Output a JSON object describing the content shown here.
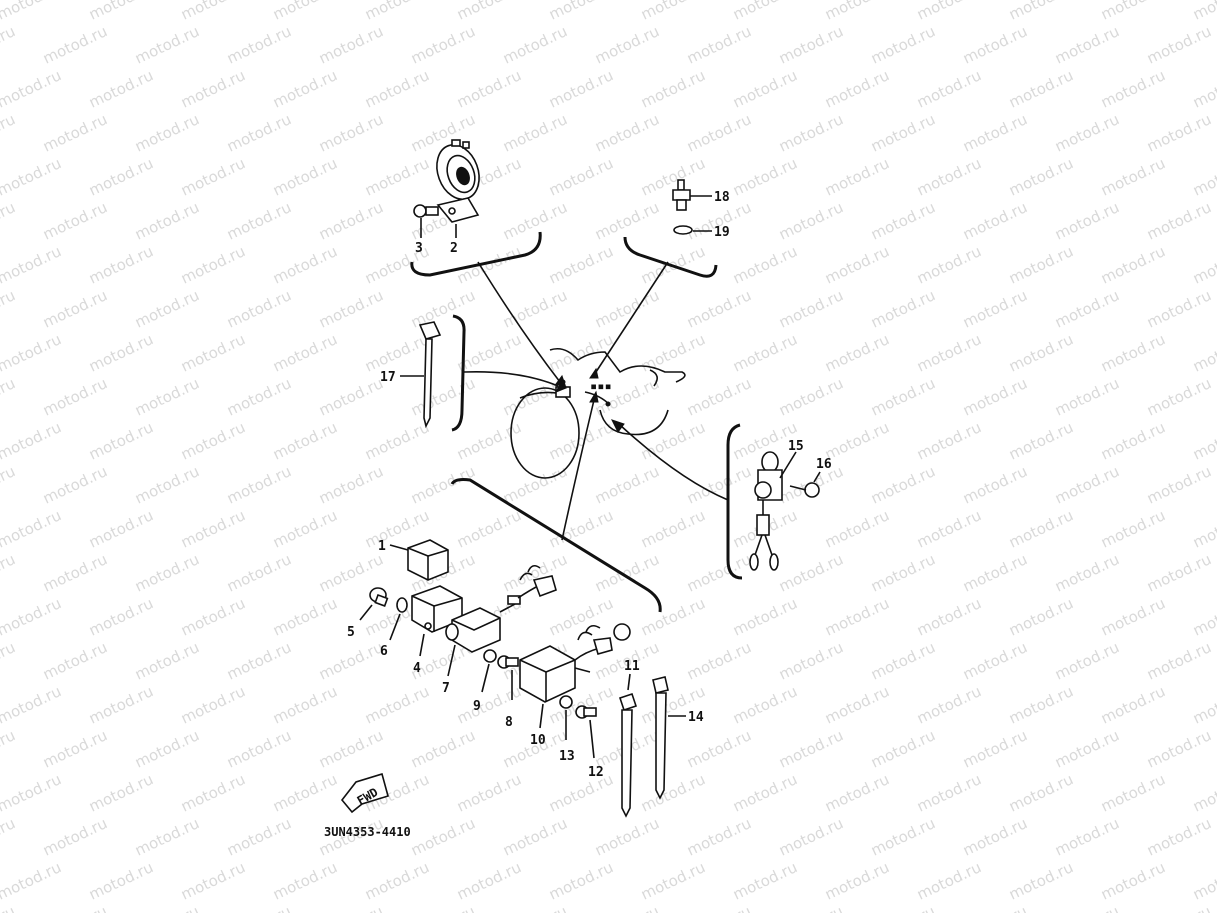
{
  "watermark": "motod.ru",
  "diagram_code": "3UN4353-4410",
  "fwd_label": "FWD",
  "parts": {
    "p1": "1",
    "p2": "2",
    "p3": "3",
    "p4": "4",
    "p5": "5",
    "p6": "6",
    "p7": "7",
    "p8": "8",
    "p9": "9",
    "p10": "10",
    "p11": "11",
    "p12": "12",
    "p13": "13",
    "p14": "14",
    "p15": "15",
    "p16": "16",
    "p17": "17",
    "p18": "18",
    "p19": "19"
  },
  "colors": {
    "line": "#111111",
    "watermark": "#d9d9d9",
    "background": "#ffffff"
  }
}
